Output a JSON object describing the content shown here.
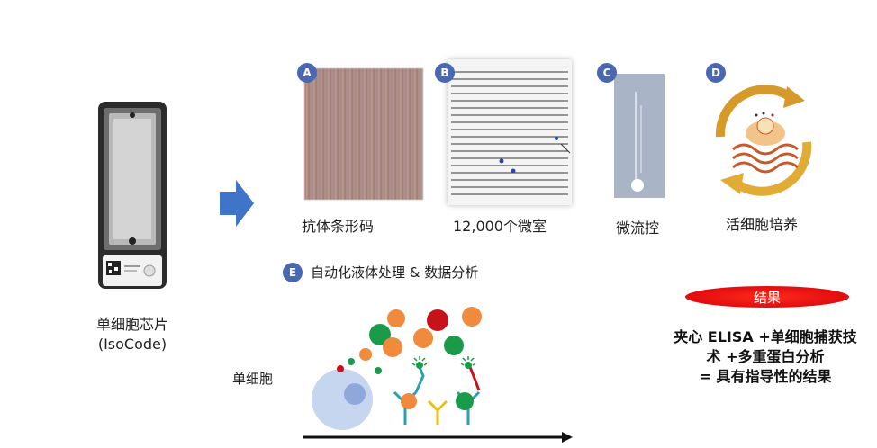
{
  "chip": {
    "caption_line1": "单细胞芯片",
    "caption_line2": "(IsoCode)"
  },
  "panels": [
    {
      "badge": "A",
      "label": "抗体条形码"
    },
    {
      "badge": "B",
      "label": "12,000个微室"
    },
    {
      "badge": "C",
      "label": "微流控"
    },
    {
      "badge": "D",
      "label": "活细胞培养"
    }
  ],
  "step_e": {
    "badge": "E",
    "label": "自动化液体处理 & 数据分析"
  },
  "single_cell_label": "单细胞",
  "results": {
    "title": "结果",
    "line1": "夹心 ELISA +单细胞捕获技",
    "line2": "术 +多重蛋白分析",
    "line3": "= 具有指导性的结果"
  },
  "colors": {
    "badge": "#4a67b4",
    "arrow": "#3f74c9",
    "results_pill": "#e51010",
    "dot_green": "#1a9b4a",
    "dot_orange": "#f08a3c",
    "dot_red": "#c8121a"
  }
}
